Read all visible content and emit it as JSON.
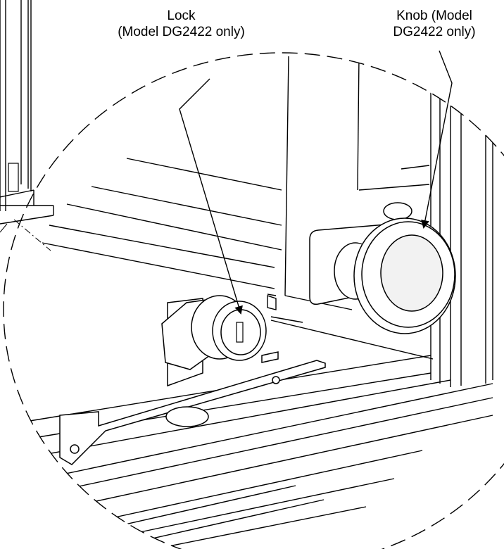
{
  "callouts": {
    "lock": {
      "line1": "Lock",
      "line2": "(Model DG2422 only)"
    },
    "knob": {
      "line1": "Knob (Model",
      "line2": "DG2422 only)"
    }
  },
  "colors": {
    "stroke": "#000000",
    "background": "#ffffff",
    "face_shade": "#f2f2f2"
  },
  "icons": {
    "arrow": "arrowhead-marker"
  }
}
